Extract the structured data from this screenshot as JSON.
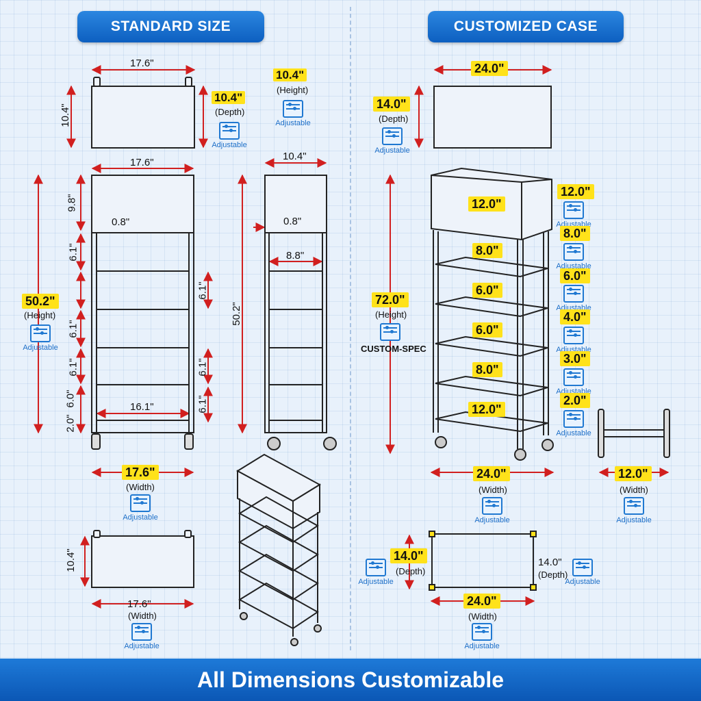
{
  "headers": {
    "standard": "STANDARD SIZE",
    "custom": "CUSTOMIZED CASE"
  },
  "footer": "All Dimensions Customizable",
  "adjustable": "Adjustable",
  "std": {
    "top_width": "17.6\"",
    "top_depth": "10.4\"",
    "depth_value": "10.4\"",
    "depth_label": "(Depth)",
    "height_value_top": "10.4\"",
    "height_label_top": "(Height)",
    "front_width": "17.6\"",
    "top_box": "9.8\"",
    "gap_front": "0.8\"",
    "side_width": "10.4\"",
    "gap_side": "0.8\"",
    "inner_side": "8.8\"",
    "shelf_gaps": [
      "6.1\"",
      "6.1\"",
      "6.1\"",
      "6.0\""
    ],
    "right_gaps": [
      "6.1\"",
      "6.1\"",
      "6.1\""
    ],
    "bottom_gap": "2.0\"",
    "inner_width": "16.1\"",
    "height_value": "50.2\"",
    "height_label": "(Height)",
    "side_height": "50.2\"",
    "width_value": "17.6\"",
    "width_label": "(Width)",
    "base_depth": "10.4\"",
    "base_width": "17.6\"",
    "base_width_label": "(Width)"
  },
  "custom": {
    "top_width": "24.0\"",
    "depth_value": "14.0\"",
    "depth_label": "(Depth)",
    "top_box": "12.0\"",
    "shelf_labels": [
      "8.0\"",
      "6.0\"",
      "6.0\"",
      "8.0\"",
      "12.0\""
    ],
    "height_value": "72.0\"",
    "height_label": "(Height)",
    "custom_spec": "CUSTOM-SPEC",
    "side_options": [
      "12.0\"",
      "8.0\"",
      "6.0\"",
      "4.0\"",
      "3.0\"",
      "2.0\""
    ],
    "width_value": "24.0\"",
    "width_label": "(Width)",
    "frame_width": "12.0\"",
    "frame_width_label": "(Width)",
    "base_depth": "14.0\"",
    "base_depth_label": "(Depth)",
    "base_depth_right": "14.0\"",
    "base_depth_right_label": "(Depth)",
    "base_width": "24.0\"",
    "base_width_label": "(Width)"
  }
}
